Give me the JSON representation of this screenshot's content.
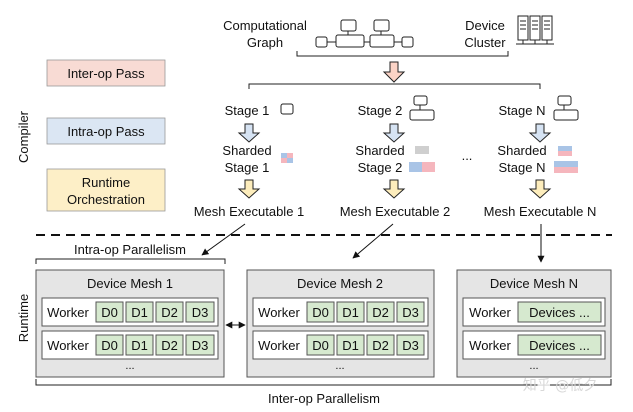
{
  "top": {
    "computational_graph": [
      "Computational",
      "Graph"
    ],
    "device_cluster": [
      "Device",
      "Cluster"
    ]
  },
  "side_labels": {
    "compiler": "Compiler",
    "runtime": "Runtime"
  },
  "legend": {
    "inter_op": {
      "label": "Inter-op Pass",
      "color": "#f8dbd4"
    },
    "intra_op": {
      "label": "Intra-op Pass",
      "color": "#dbe6f3"
    },
    "runtime": {
      "label": [
        "Runtime",
        "Orchestration"
      ],
      "color": "#fdefc7"
    }
  },
  "stages": [
    {
      "stage": "Stage 1",
      "sharded": [
        "Sharded",
        "Stage 1"
      ],
      "executable": "Mesh Executable 1"
    },
    {
      "stage": "Stage 2",
      "sharded": [
        "Sharded",
        "Stage 2"
      ],
      "executable": "Mesh Executable 2"
    },
    {
      "stage": "Stage N",
      "sharded": [
        "Sharded",
        "Stage N"
      ],
      "executable": "Mesh Executable N"
    }
  ],
  "ellipsis": "...",
  "intra_op_parallelism": "Intra-op Parallelism",
  "inter_op_parallelism": "Inter-op Parallelism",
  "meshes": [
    {
      "title": "Device Mesh 1",
      "workers": [
        {
          "label": "Worker",
          "devices": [
            "D0",
            "D1",
            "D2",
            "D3"
          ]
        },
        {
          "label": "Worker",
          "devices": [
            "D0",
            "D1",
            "D2",
            "D3"
          ]
        }
      ],
      "more": "..."
    },
    {
      "title": "Device Mesh 2",
      "workers": [
        {
          "label": "Worker",
          "devices": [
            "D0",
            "D1",
            "D2",
            "D3"
          ]
        },
        {
          "label": "Worker",
          "devices": [
            "D0",
            "D1",
            "D2",
            "D3"
          ]
        }
      ],
      "more": "..."
    },
    {
      "title": "Device Mesh N",
      "workers": [
        {
          "label": "Worker",
          "devices": [
            "Devices ..."
          ]
        },
        {
          "label": "Worker",
          "devices": [
            "Devices ..."
          ]
        }
      ],
      "more": "..."
    }
  ],
  "watermark": "知乎 @低夕",
  "colors": {
    "mesh_bg": "#e5e5e5",
    "device_fill": "#d6e9cf",
    "arrow_fill": "#fbd3c6",
    "arrow_blue": "#d6e3f3",
    "arrow_yellow": "#fdedbc",
    "shard_red": "#f5b6bd",
    "shard_blue": "#a9c4e6",
    "shard_gray": "#cfcfcf"
  }
}
